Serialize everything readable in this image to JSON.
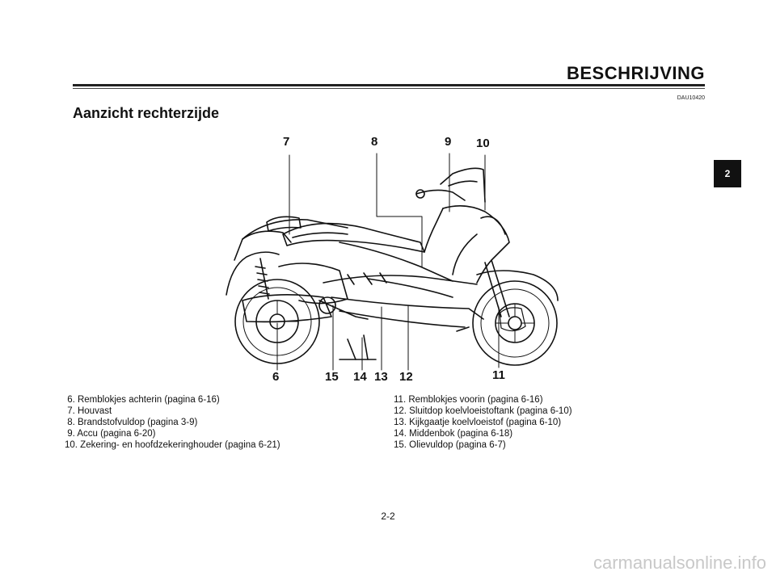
{
  "header": {
    "title": "BESCHRIJVING",
    "code": "DAU10420"
  },
  "section_title": "Aanzicht rechterzijde",
  "chapter_tab": "2",
  "callouts": {
    "c6": "6",
    "c7": "7",
    "c8": "8",
    "c9": "9",
    "c10": "10",
    "c11": "11",
    "c12": "12",
    "c13": "13",
    "c14": "14",
    "c15": "15"
  },
  "legend_left": [
    " 6. Remblokjes achterin (pagina 6-16)",
    " 7. Houvast",
    " 8. Brandstofvuldop (pagina 3-9)",
    " 9. Accu (pagina 6-20)",
    "10. Zekering- en hoofdzekeringhouder (pagina 6-21)"
  ],
  "legend_right": [
    "11. Remblokjes voorin (pagina 6-16)",
    "12. Sluitdop koelvloeistoftank (pagina 6-10)",
    "13. Kijkgaatje koelvloeistof (pagina 6-10)",
    "14. Middenbok (pagina 6-18)",
    "15. Olievuldop (pagina 6-7)"
  ],
  "page_number": "2-2",
  "watermark": "carmanualsonline.info"
}
